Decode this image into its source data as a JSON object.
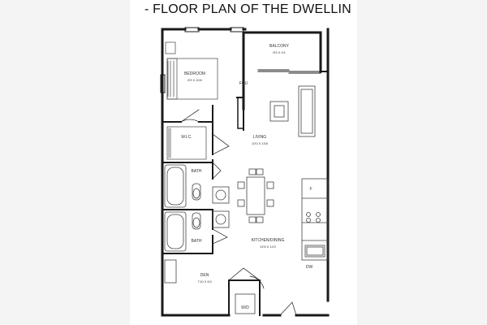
{
  "title": "- FLOOR PLAN OF THE DWELLIN",
  "rooms": {
    "bedroom": {
      "name": "BEDROOM",
      "dims": "8'9 X 10'6"
    },
    "balcony": {
      "name": "BALCONY",
      "dims": "8'3 X 4'4"
    },
    "fcu": {
      "name": "FCU"
    },
    "wic": {
      "name": "W.I.C."
    },
    "living": {
      "name": "LIVING",
      "dims": "10'0 X 15'8"
    },
    "bath_upper": {
      "name": "BATH"
    },
    "bath_lower": {
      "name": "BATH"
    },
    "fridge": {
      "name": "F"
    },
    "kitchen_dining": {
      "name": "KITCHEN/DINING",
      "dims": "12'8 X 14'2"
    },
    "dishwasher": {
      "name": "DW"
    },
    "den": {
      "name": "DEN",
      "dims": "7'10 X 6'4"
    },
    "wd": {
      "name": "W/D"
    }
  },
  "colors": {
    "wall": "#1a1a1a",
    "fixture": "#444444",
    "background": "#ffffff"
  },
  "watermark": {
    "icon": "three-dots-watermark-icon"
  }
}
